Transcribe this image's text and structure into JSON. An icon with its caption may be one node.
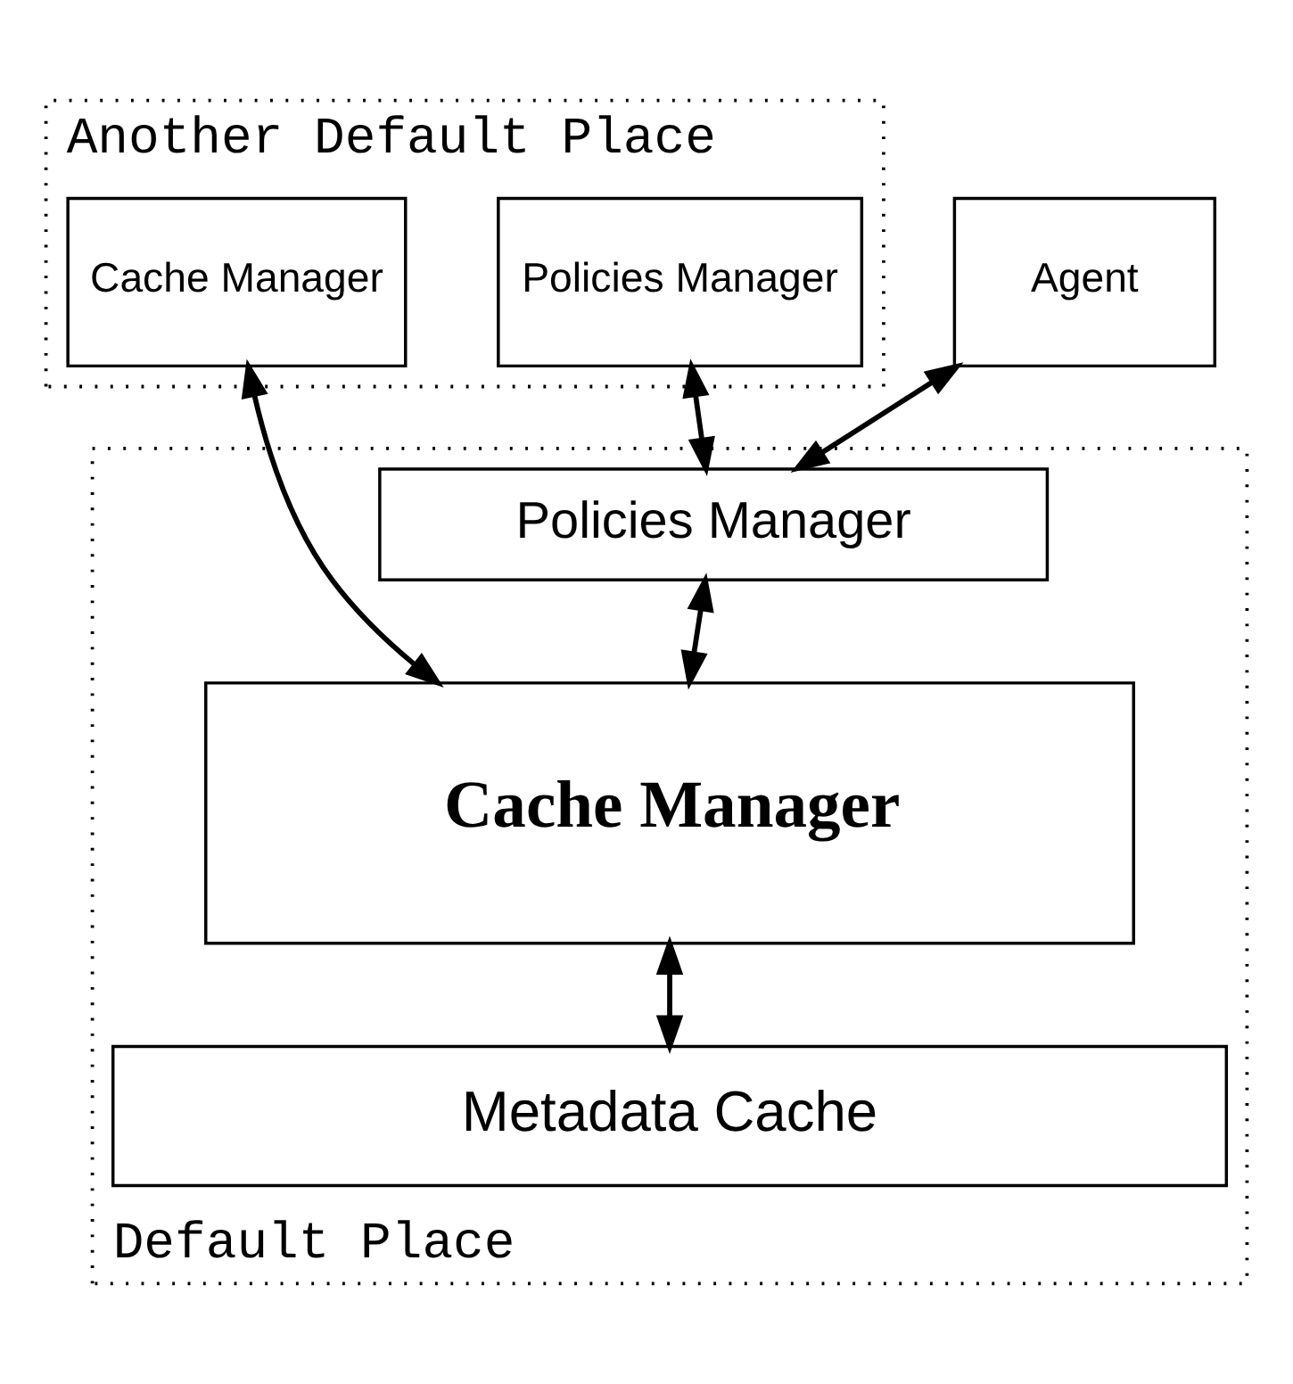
{
  "diagram": {
    "nodes": [
      {
        "text": [
          "Another Default Place"
        ]
      },
      {
        "text": [
          "Cache Manager"
        ],
        "in": 0
      },
      {
        "text": [
          "Policies Manager"
        ],
        "in": 0
      },
      {
        "text": [
          "Agent"
        ]
      },
      {
        "text": [
          "Default Place"
        ]
      },
      {
        "text": [
          "Policies Manager"
        ],
        "in": 4
      },
      {
        "text": [
          "Cache Manager"
        ],
        "in": 4
      },
      {
        "text": [
          "Metadata Cache"
        ],
        "in": 4
      }
    ],
    "edges": [
      {
        "from": 1,
        "to": 6,
        "arrow": "both"
      },
      {
        "from": 2,
        "to": 5,
        "arrow": "both"
      },
      {
        "from": 3,
        "to": 5,
        "arrow": "both"
      },
      {
        "from": 5,
        "to": 6,
        "arrow": "both"
      },
      {
        "from": 6,
        "to": 7,
        "arrow": "both"
      }
    ]
  }
}
